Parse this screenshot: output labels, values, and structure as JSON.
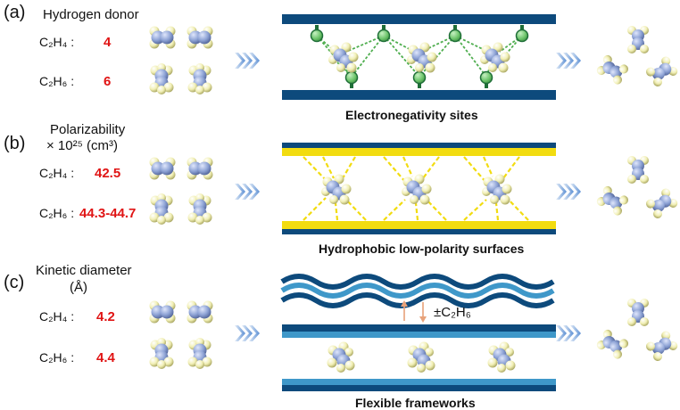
{
  "colors": {
    "navy": "#0d4a7c",
    "light_blue": "#3f98c9",
    "yellow": "#f2dc10",
    "green": "#6cc46a",
    "green_dark": "#1f6e38",
    "value_red": "#e01414",
    "arrow_blue": "#6f9fd8",
    "carbon": "#8fa4d6",
    "hydrogen": "#f1efb4",
    "orange_arrow": "#e8a27a"
  },
  "icons": {
    "chevron": "triple-chevron-arrow-icon",
    "ethylene": "ethylene-molecule-icon",
    "ethane": "ethane-molecule-icon"
  },
  "panels": [
    {
      "label": "(a)",
      "heading_lines": [
        "Hydrogen donor"
      ],
      "rows": [
        {
          "formula": "C₂H₄ :",
          "value": "4"
        },
        {
          "formula": "C₂H₆ :",
          "value": "6"
        }
      ],
      "caption": "Electronegativity sites"
    },
    {
      "label": "(b)",
      "heading_lines": [
        "Polarizability",
        "× 10²⁵ (cm³)"
      ],
      "rows": [
        {
          "formula": "C₂H₄ :",
          "value": "42.5"
        },
        {
          "formula": "C₂H₆ :",
          "value": "44.3-44.7"
        }
      ],
      "caption": "Hydrophobic low-polarity surfaces"
    },
    {
      "label": "(c)",
      "heading_lines": [
        "Kinetic diameter",
        "(Å)"
      ],
      "rows": [
        {
          "formula": "C₂H₄ :",
          "value": "4.2"
        },
        {
          "formula": "C₂H₆ :",
          "value": "4.4"
        }
      ],
      "caption": "Flexible frameworks",
      "guest_label": "±C₂H₆"
    }
  ]
}
